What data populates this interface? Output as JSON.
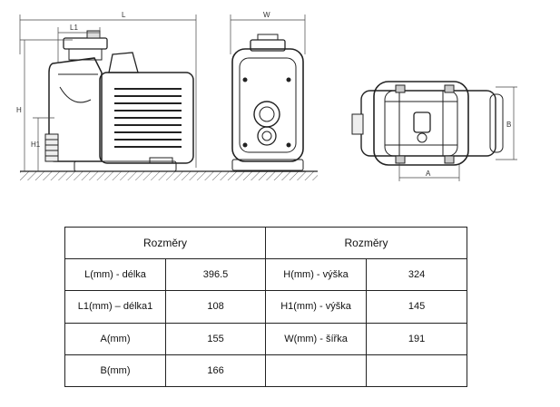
{
  "drawing": {
    "dimension_labels": {
      "length": "L",
      "length1": "L1",
      "height": "H",
      "height1": "H1",
      "width": "W",
      "a": "A",
      "b": "B"
    },
    "line_color": "#222222"
  },
  "table": {
    "headers": [
      "Rozměry",
      "Rozměry"
    ],
    "rows": [
      [
        "L(mm) - délka",
        "396.5",
        "H(mm) - výška",
        "324"
      ],
      [
        "L1(mm) – délka1",
        "108",
        "H1(mm) - výška",
        "145"
      ],
      [
        "A(mm)",
        "155",
        "W(mm) - šířka",
        "191"
      ],
      [
        "B(mm)",
        "166",
        "",
        ""
      ]
    ]
  }
}
